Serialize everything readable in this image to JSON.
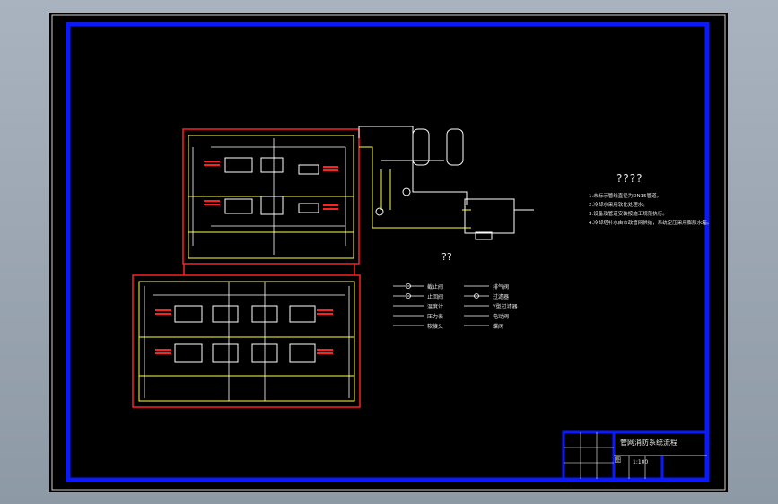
{
  "drawing": {
    "notes_title": "????",
    "notes": [
      "1.未标示管线直径为DN15管道。",
      "2.冷却水采用软化处理水。",
      "3.设备及管道安装按施工规范执行。",
      "4.冷却塔补水由市政管网供给，系统定压采用膨胀水箱。"
    ],
    "legend_title": "??",
    "legend_left": [
      "截止阀",
      "止回阀",
      "温度计",
      "压力表",
      "软接头"
    ],
    "legend_right": [
      "排气阀",
      "过滤器",
      "Y型过滤器",
      "电动阀",
      "蝶阀"
    ],
    "title_block": {
      "title": "管网消防系统流程",
      "sheet_label": "图",
      "scale": "1:100"
    },
    "colors": {
      "frame": "#0a1aff",
      "supply": "#ff2020",
      "return": "#ffff40",
      "equipment": "#ffffff",
      "cooling": "#ffffff"
    }
  }
}
